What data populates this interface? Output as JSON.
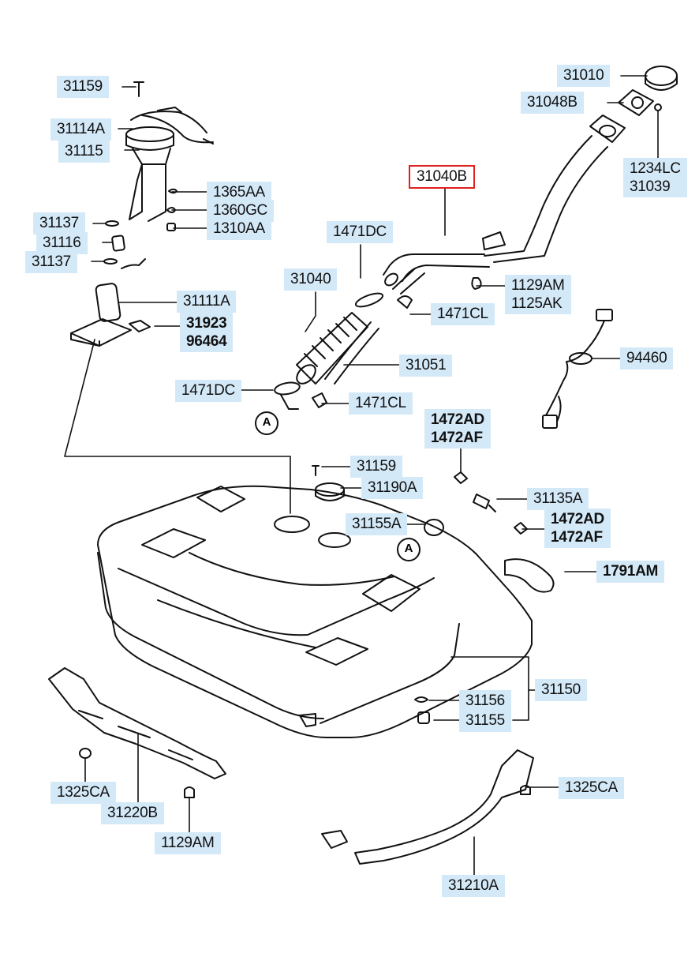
{
  "colors": {
    "label_bg": "#d4e9f8",
    "selected_border": "#e02020",
    "line": "#111111"
  },
  "labels": {
    "l31159_top": "31159",
    "l31114A": "31114A",
    "l31115": "31115",
    "l1365AA": "1365AA",
    "l1360GC": "1360GC",
    "l1310AA": "1310AA",
    "l31137_a": "31137",
    "l31116": "31116",
    "l31137_b": "31137",
    "l31111A": "31111A",
    "l31923": "31923",
    "l96464": "96464",
    "l31010": "31010",
    "l31048B": "31048B",
    "l1234LC": "1234LC",
    "l31039": "31039",
    "l31040B": "31040B",
    "l1471DC_top": "1471DC",
    "l31040": "31040",
    "l1129AM_top": "1129AM",
    "l1125AK": "1125AK",
    "l1471CL_top": "1471CL",
    "l31051": "31051",
    "l94460": "94460",
    "l1471DC_bot": "1471DC",
    "l1471CL_bot": "1471CL",
    "l1472AD_top": "1472AD",
    "l1472AF_top": "1472AF",
    "l31159_mid": "31159",
    "l31190A": "31190A",
    "l31135A": "31135A",
    "l31155A": "31155A",
    "l1472AD_bot": "1472AD",
    "l1472AF_bot": "1472AF",
    "l1791AM": "1791AM",
    "l31150": "31150",
    "l31156": "31156",
    "l31155": "31155",
    "l1325CA_left": "1325CA",
    "l31220B": "31220B",
    "l1129AM_bot": "1129AM",
    "l1325CA_right": "1325CA",
    "l31210A": "31210A"
  },
  "markers": {
    "ref_a_1": "A",
    "ref_a_2": "A"
  },
  "selected_part": "31040B"
}
